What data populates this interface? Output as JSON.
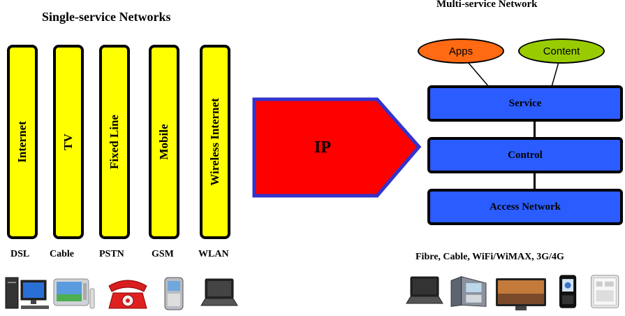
{
  "left": {
    "title": "Single-service Networks",
    "services": [
      "Internet",
      "TV",
      "Fixed Line",
      "Mobile",
      "Wireless Internet"
    ],
    "technologies": [
      "DSL",
      "Cable",
      "PSTN",
      "GSM",
      "WLAN"
    ]
  },
  "arrow": {
    "label": "IP"
  },
  "right": {
    "title": "Multi-service Network",
    "top_items": [
      "Apps",
      "Content"
    ],
    "layers": [
      "Service",
      "Control",
      "Access Network"
    ],
    "access_technologies": "Fibre, Cable, WiFi/WiMAX, 3G/4G"
  },
  "colors": {
    "service_box": "#ffff00",
    "arrow_fill": "#ff0000",
    "arrow_border": "#3333cc",
    "layer_fill": "#2b5cff",
    "apps_fill": "#ff6a13",
    "content_fill": "#99cc00"
  },
  "icons": [
    "desktop-pc-icon",
    "crt-tv-icon",
    "rotary-phone-icon",
    "mobile-phone-icon",
    "laptop-icon",
    "laptop-icon",
    "ip-phone-icon",
    "flat-tv-icon",
    "smartphone-icon",
    "tablet-icon"
  ]
}
